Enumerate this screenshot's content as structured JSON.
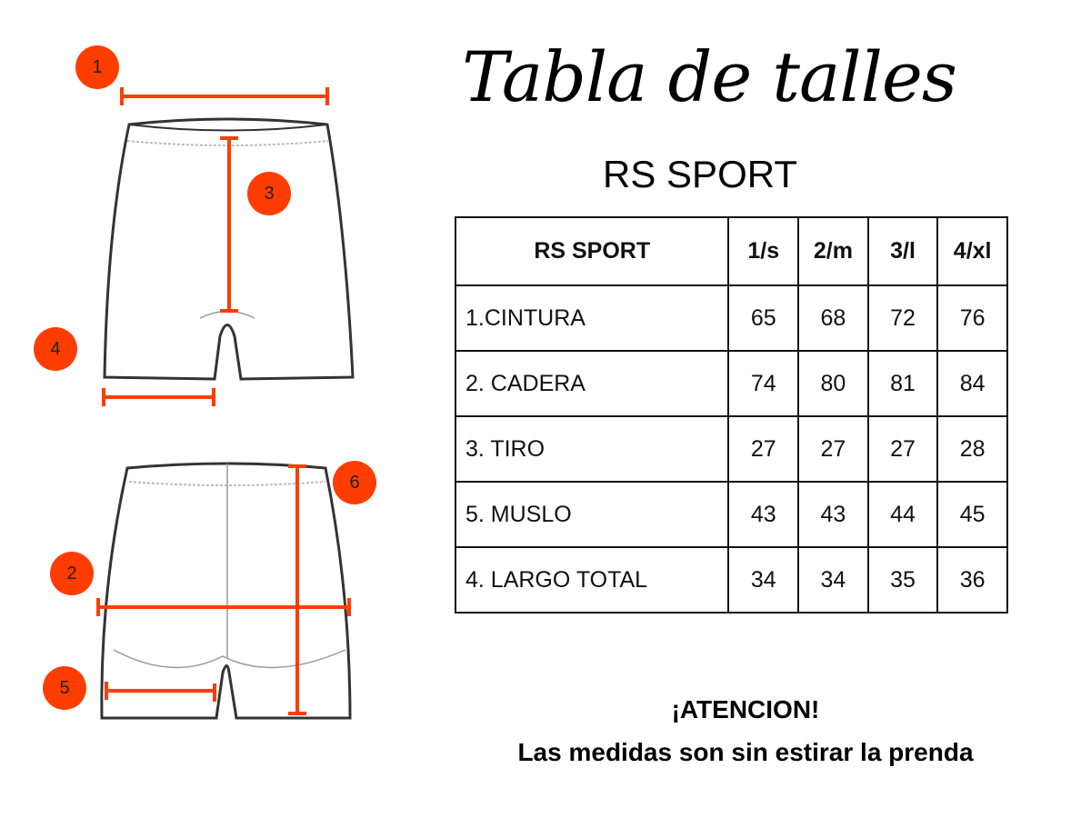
{
  "title": "Tabla de talles",
  "subtitle": "RS SPORT",
  "accent_color": "#ff3d00",
  "badges": [
    "1",
    "2",
    "3",
    "4",
    "5",
    "6"
  ],
  "table": {
    "headers": [
      "RS SPORT",
      "1/s",
      "2/m",
      "3/l",
      "4/xl"
    ],
    "rows": [
      {
        "label": "1.CINTURA",
        "values": [
          "65",
          "68",
          "72",
          "76"
        ]
      },
      {
        "label": "2. CADERA",
        "values": [
          "74",
          "80",
          "81",
          "84"
        ]
      },
      {
        "label": "3. TIRO",
        "values": [
          "27",
          "27",
          "27",
          "28"
        ]
      },
      {
        "label": "5. MUSLO",
        "values": [
          "43",
          "43",
          "44",
          "45"
        ]
      },
      {
        "label": "4. LARGO TOTAL",
        "values": [
          "34",
          "34",
          "35",
          "36"
        ]
      }
    ]
  },
  "notice": {
    "heading": "¡ATENCION!",
    "text": "Las medidas son sin estirar la prenda"
  }
}
